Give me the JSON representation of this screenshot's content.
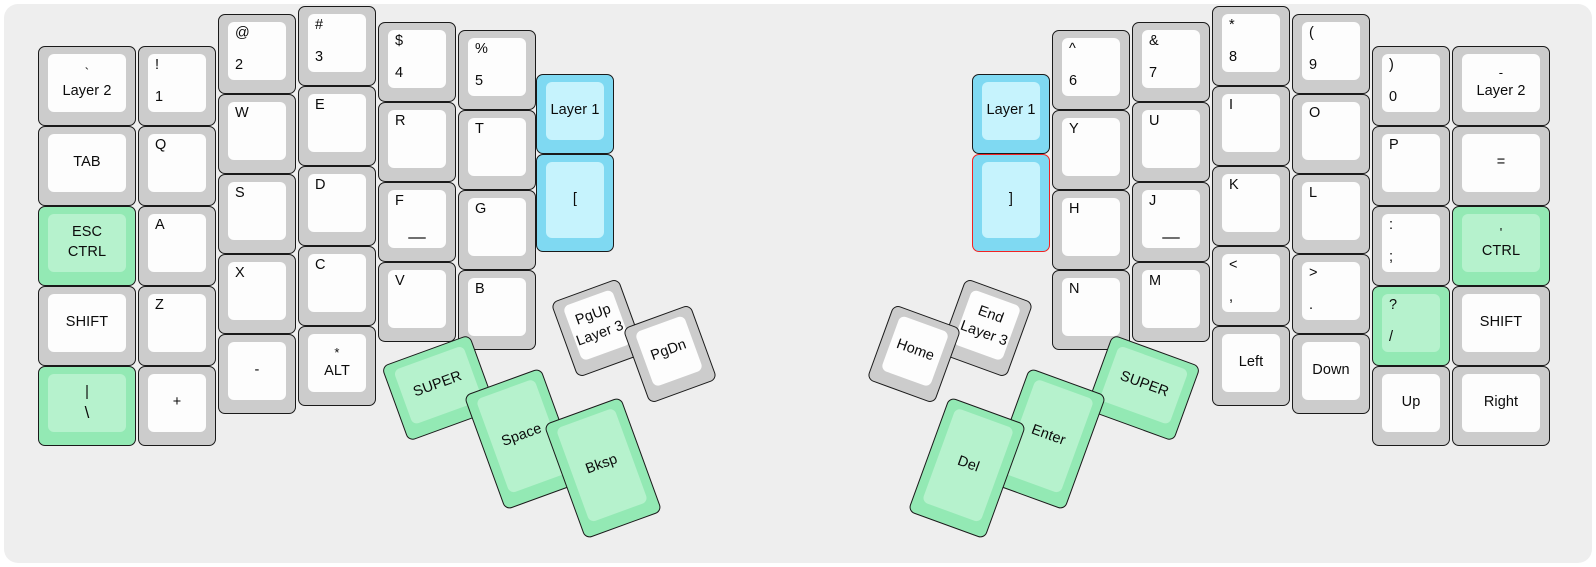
{
  "meta": {
    "title": "Split ergonomic keyboard layout",
    "background": "#eeeeee",
    "colors": {
      "key_body": "#cccccc",
      "key_cap": "#fdfdfd",
      "green_body": "#93e9b4",
      "green_cap": "#b6f2cd",
      "cyan_body": "#7fd9f2",
      "cyan_cap": "#c6f3fd",
      "selection_outline": "#f22222",
      "text": "#0b0b0b"
    }
  },
  "left": {
    "name": "left-half",
    "columns": [
      {
        "name": "col-pinky-outer",
        "keys": [
          {
            "id": "l-c1-r1",
            "top": "`",
            "main": "Layer 2",
            "style": "centered",
            "color": "white"
          },
          {
            "id": "l-c1-r2",
            "main": "TAB",
            "style": "centered",
            "color": "white"
          },
          {
            "id": "l-c1-r3",
            "main": "ESC",
            "second": "CTRL",
            "style": "two-line",
            "color": "green"
          },
          {
            "id": "l-c1-r4",
            "main": "SHIFT",
            "style": "centered",
            "color": "white"
          },
          {
            "id": "l-c1-r5",
            "main": "|",
            "second": "\\",
            "style": "two-line",
            "color": "green"
          }
        ]
      },
      {
        "name": "col-pinky",
        "keys": [
          {
            "id": "l-c2-r1",
            "top": "!",
            "main": "1",
            "style": "corner",
            "color": "white"
          },
          {
            "id": "l-c2-r2",
            "top": "Q",
            "style": "corner",
            "color": "white"
          },
          {
            "id": "l-c2-r3",
            "top": "A",
            "style": "corner",
            "color": "white"
          },
          {
            "id": "l-c2-r4",
            "top": "Z",
            "style": "corner",
            "color": "white"
          },
          {
            "id": "l-c2-r5",
            "main": "+",
            "style": "centered",
            "color": "white"
          }
        ]
      },
      {
        "name": "col-ring",
        "keys": [
          {
            "id": "l-c3-r1",
            "top": "@",
            "main": "2",
            "style": "corner",
            "color": "white"
          },
          {
            "id": "l-c3-r2",
            "top": "W",
            "style": "corner",
            "color": "white"
          },
          {
            "id": "l-c3-r3",
            "top": "S",
            "style": "corner",
            "color": "white"
          },
          {
            "id": "l-c3-r4",
            "top": "X",
            "style": "corner",
            "color": "white"
          },
          {
            "id": "l-c3-r5",
            "main": "-",
            "style": "centered",
            "color": "white"
          }
        ]
      },
      {
        "name": "col-middle",
        "keys": [
          {
            "id": "l-c4-r1",
            "top": "#",
            "main": "3",
            "style": "corner",
            "color": "white"
          },
          {
            "id": "l-c4-r2",
            "top": "E",
            "style": "corner",
            "color": "white"
          },
          {
            "id": "l-c4-r3",
            "top": "D",
            "style": "corner",
            "color": "white"
          },
          {
            "id": "l-c4-r4",
            "top": "C",
            "style": "corner",
            "color": "white"
          },
          {
            "id": "l-c4-r5",
            "top": "*",
            "main": "ALT",
            "style": "centered",
            "color": "white"
          }
        ]
      },
      {
        "name": "col-index",
        "keys": [
          {
            "id": "l-c5-r1",
            "top": "$",
            "main": "4",
            "style": "corner",
            "color": "white"
          },
          {
            "id": "l-c5-r2",
            "top": "R",
            "style": "corner",
            "color": "white"
          },
          {
            "id": "l-c5-r3",
            "top": "F",
            "style": "corner",
            "color": "white",
            "homing": true
          },
          {
            "id": "l-c5-r4",
            "top": "V",
            "style": "corner",
            "color": "white"
          }
        ]
      },
      {
        "name": "col-index-inner",
        "keys": [
          {
            "id": "l-c6-r1",
            "top": "%",
            "main": "5",
            "style": "corner",
            "color": "white"
          },
          {
            "id": "l-c6-r2",
            "top": "T",
            "style": "corner",
            "color": "white"
          },
          {
            "id": "l-c6-r3",
            "top": "G",
            "style": "corner",
            "color": "white"
          },
          {
            "id": "l-c6-r4",
            "top": "B",
            "style": "corner",
            "color": "white"
          }
        ]
      },
      {
        "name": "col-inner",
        "keys": [
          {
            "id": "l-c7-r1",
            "main": "Layer 1",
            "style": "centered",
            "color": "cyan"
          },
          {
            "id": "l-c7-r2",
            "main": "[",
            "style": "centered",
            "color": "cyan"
          }
        ]
      }
    ],
    "thumb": [
      {
        "id": "l-t-super",
        "main": "SUPER",
        "color": "green",
        "rotation": -20
      },
      {
        "id": "l-t-space",
        "main": "Space",
        "color": "green",
        "rotation": -20
      },
      {
        "id": "l-t-bksp",
        "main": "Bksp",
        "color": "green",
        "rotation": -20
      },
      {
        "id": "l-t-pgup",
        "main": "PgUp",
        "second": "Layer 3",
        "color": "white",
        "rotation": -20
      },
      {
        "id": "l-t-pgdn",
        "main": "PgDn",
        "color": "white",
        "rotation": -20
      }
    ]
  },
  "right": {
    "name": "right-half",
    "columns": [
      {
        "name": "col-inner",
        "keys": [
          {
            "id": "r-c1-r1",
            "main": "Layer 1",
            "style": "centered",
            "color": "cyan"
          },
          {
            "id": "r-c1-r2",
            "main": "]",
            "style": "centered",
            "color": "cyan",
            "selected": true
          }
        ]
      },
      {
        "name": "col-index-inner",
        "keys": [
          {
            "id": "r-c2-r1",
            "top": "^",
            "main": "6",
            "style": "corner",
            "color": "white"
          },
          {
            "id": "r-c2-r2",
            "top": "Y",
            "style": "corner",
            "color": "white"
          },
          {
            "id": "r-c2-r3",
            "top": "H",
            "style": "corner",
            "color": "white"
          },
          {
            "id": "r-c2-r4",
            "top": "N",
            "style": "corner",
            "color": "white"
          }
        ]
      },
      {
        "name": "col-index",
        "keys": [
          {
            "id": "r-c3-r1",
            "top": "&",
            "main": "7",
            "style": "corner",
            "color": "white"
          },
          {
            "id": "r-c3-r2",
            "top": "U",
            "style": "corner",
            "color": "white"
          },
          {
            "id": "r-c3-r3",
            "top": "J",
            "style": "corner",
            "color": "white",
            "homing": true
          },
          {
            "id": "r-c3-r4",
            "top": "M",
            "style": "corner",
            "color": "white"
          }
        ]
      },
      {
        "name": "col-middle",
        "keys": [
          {
            "id": "r-c4-r1",
            "top": "*",
            "main": "8",
            "style": "corner",
            "color": "white"
          },
          {
            "id": "r-c4-r2",
            "top": "I",
            "style": "corner",
            "color": "white"
          },
          {
            "id": "r-c4-r3",
            "top": "K",
            "style": "corner",
            "color": "white"
          },
          {
            "id": "r-c4-r4",
            "top": "<",
            "main": ",",
            "style": "corner",
            "color": "white"
          },
          {
            "id": "r-c4-r5",
            "main": "Left",
            "style": "centered",
            "color": "white"
          }
        ]
      },
      {
        "name": "col-ring",
        "keys": [
          {
            "id": "r-c5-r1",
            "top": "(",
            "main": "9",
            "style": "corner",
            "color": "white"
          },
          {
            "id": "r-c5-r2",
            "top": "O",
            "style": "corner",
            "color": "white"
          },
          {
            "id": "r-c5-r3",
            "top": "L",
            "style": "corner",
            "color": "white"
          },
          {
            "id": "r-c5-r4",
            "top": ">",
            "main": ".",
            "style": "corner",
            "color": "white"
          },
          {
            "id": "r-c5-r5",
            "main": "Down",
            "style": "centered",
            "color": "white"
          }
        ]
      },
      {
        "name": "col-pinky",
        "keys": [
          {
            "id": "r-c6-r1",
            "top": ")",
            "main": "0",
            "style": "corner",
            "color": "white"
          },
          {
            "id": "r-c6-r2",
            "top": "P",
            "style": "corner",
            "color": "white"
          },
          {
            "id": "r-c6-r3",
            "top": ":",
            "main": ";",
            "style": "corner",
            "color": "white"
          },
          {
            "id": "r-c6-r4",
            "top": "?",
            "main": "/",
            "style": "corner",
            "color": "green"
          },
          {
            "id": "r-c6-r5",
            "main": "Up",
            "style": "centered",
            "color": "white"
          }
        ]
      },
      {
        "name": "col-pinky-outer",
        "keys": [
          {
            "id": "r-c7-r1",
            "top": "-",
            "main": "Layer 2",
            "style": "centered",
            "color": "white"
          },
          {
            "id": "r-c7-r2",
            "main": "=",
            "style": "centered",
            "color": "white"
          },
          {
            "id": "r-c7-r3",
            "top": "'",
            "main": "CTRL",
            "style": "centered",
            "color": "green"
          },
          {
            "id": "r-c7-r4",
            "main": "SHIFT",
            "style": "centered",
            "color": "white"
          },
          {
            "id": "r-c7-r5",
            "main": "Right",
            "style": "centered",
            "color": "white"
          }
        ]
      }
    ],
    "thumb": [
      {
        "id": "r-t-super",
        "main": "SUPER",
        "color": "green",
        "rotation": 20
      },
      {
        "id": "r-t-enter",
        "main": "Enter",
        "color": "green",
        "rotation": 20
      },
      {
        "id": "r-t-del",
        "main": "Del",
        "color": "green",
        "rotation": 20
      },
      {
        "id": "r-t-end",
        "main": "End",
        "second": "Layer 3",
        "color": "white",
        "rotation": 20
      },
      {
        "id": "r-t-home",
        "main": "Home",
        "color": "white",
        "rotation": 20
      }
    ]
  }
}
